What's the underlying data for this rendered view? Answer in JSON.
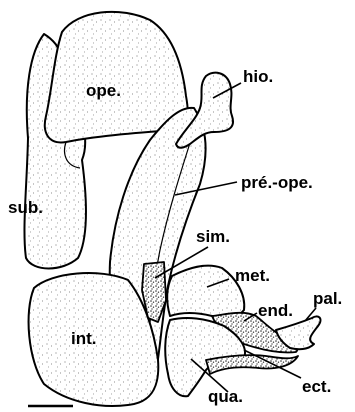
{
  "labels": {
    "ope": "ope.",
    "hio": "hio.",
    "sub": "sub.",
    "pre_ope": "pré.-ope.",
    "sim": "sim.",
    "met": "met.",
    "end": "end.",
    "pal": "pal.",
    "int": "int.",
    "qua": "qua.",
    "ect": "ect."
  }
}
